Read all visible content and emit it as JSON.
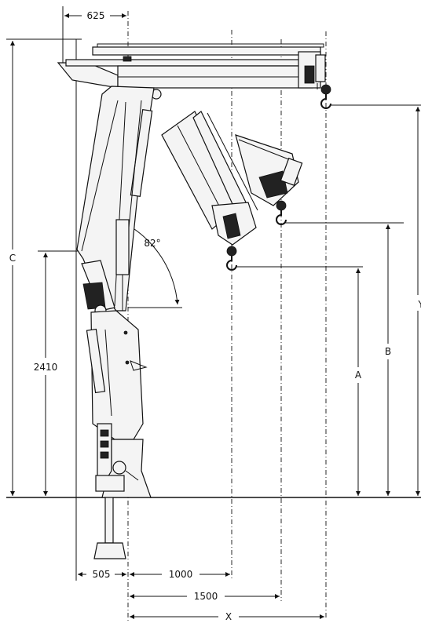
{
  "dimensions": {
    "boom_offset": "625",
    "slew_angle": "82°",
    "height_c": "C",
    "height_2410": "2410",
    "height_y": "Y",
    "height_b": "B",
    "height_a": "A",
    "reach_505": "505",
    "reach_1000": "1000",
    "reach_1500": "1500",
    "reach_x": "X"
  },
  "colors": {
    "line": "#111111",
    "background": "#ffffff"
  },
  "icons": [
    "hook-icon",
    "arrow-icon"
  ]
}
